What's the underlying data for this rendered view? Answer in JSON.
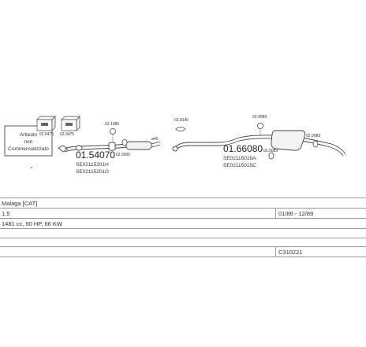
{
  "parts": {
    "box1": "Artieolo\nnon\nCommercializzato",
    "pkg_left": "02.0475",
    "pkg_right": "02.0475",
    "clamp_front": "02.1080",
    "front_pipe_code": "01.54070",
    "front_pipe_ref1": "SE02115201H",
    "front_pipe_ref2": "SE02115201G",
    "hanger_front": "02.9006",
    "dim": "ø45",
    "clamp_mid": "02.8140",
    "rear_code": "01.66080",
    "rear_ref1": "SE02115016A",
    "rear_ref2": "SE02115015C",
    "hanger_rear_top": "02.9089",
    "hanger_rear_mid": "02.9089",
    "hanger_rear_right": "02.9089"
  },
  "info": {
    "model": "Malaga  [CAT]",
    "engine": "1.5",
    "dates": "01/86 - 12/89",
    "specs": "1481 cc, 90 HP, 66 KW",
    "code": "C310221"
  }
}
